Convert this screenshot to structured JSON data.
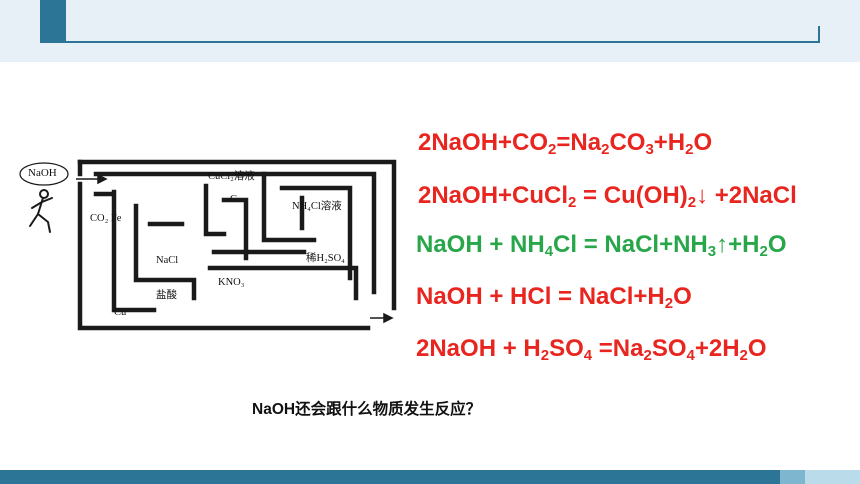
{
  "maze": {
    "start": "NaOH",
    "labels": {
      "cucl2": "CuCl₂溶液",
      "c": "C",
      "nh4cl": "NH₄Cl溶液",
      "co2fe": "CO₂ Fe",
      "nacl": "NaCl",
      "h2so4": "稀H₂SO₄",
      "kno3": "KNO₃",
      "hcl": "盐酸",
      "cu": "Cu"
    }
  },
  "equations": {
    "e1": {
      "a": "2NaOH+CO",
      "s1": "2",
      "b": "=Na",
      "s2": "2",
      "c": "CO",
      "s3": "3",
      "d": "+H",
      "s4": "2",
      "e": "O"
    },
    "e2": {
      "a": "2NaOH+CuCl",
      "s1": "2",
      "b": " = Cu(OH)",
      "s2": "2",
      "c": "↓ +2NaCl"
    },
    "e3": {
      "a": "NaOH + NH",
      "s1": "4",
      "b": "Cl = NaCl+NH",
      "s2": "3",
      "c": "↑+H",
      "s3": "2",
      "d": "O"
    },
    "e4": {
      "a": "NaOH + HCl = NaCl+H",
      "s1": "2",
      "b": "O"
    },
    "e5": {
      "a": "2NaOH + H",
      "s1": "2",
      "b": "SO",
      "s2": "4",
      "c": " =Na",
      "s3": "2",
      "d": "SO",
      "s4": "4",
      "e": "+2H",
      "s5": "2",
      "f": "O"
    }
  },
  "question": "NaOH还会跟什么物质发生反应？",
  "colors": {
    "accent": "#2d7596",
    "red": "#e8251f",
    "green": "#27a64a"
  }
}
